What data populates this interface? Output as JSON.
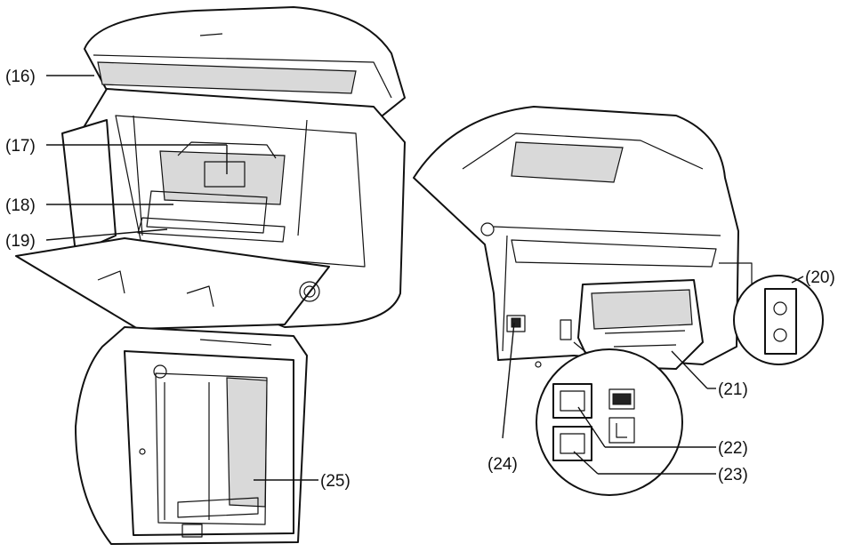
{
  "callouts": [
    {
      "id": "16",
      "label": "(16)"
    },
    {
      "id": "17",
      "label": "(17)"
    },
    {
      "id": "18",
      "label": "(18)"
    },
    {
      "id": "19",
      "label": "(19)"
    },
    {
      "id": "20",
      "label": "(20)"
    },
    {
      "id": "21",
      "label": "(21)"
    },
    {
      "id": "22",
      "label": "(22)"
    },
    {
      "id": "23",
      "label": "(23)"
    },
    {
      "id": "24",
      "label": "(24)"
    },
    {
      "id": "25",
      "label": "(25)"
    }
  ]
}
